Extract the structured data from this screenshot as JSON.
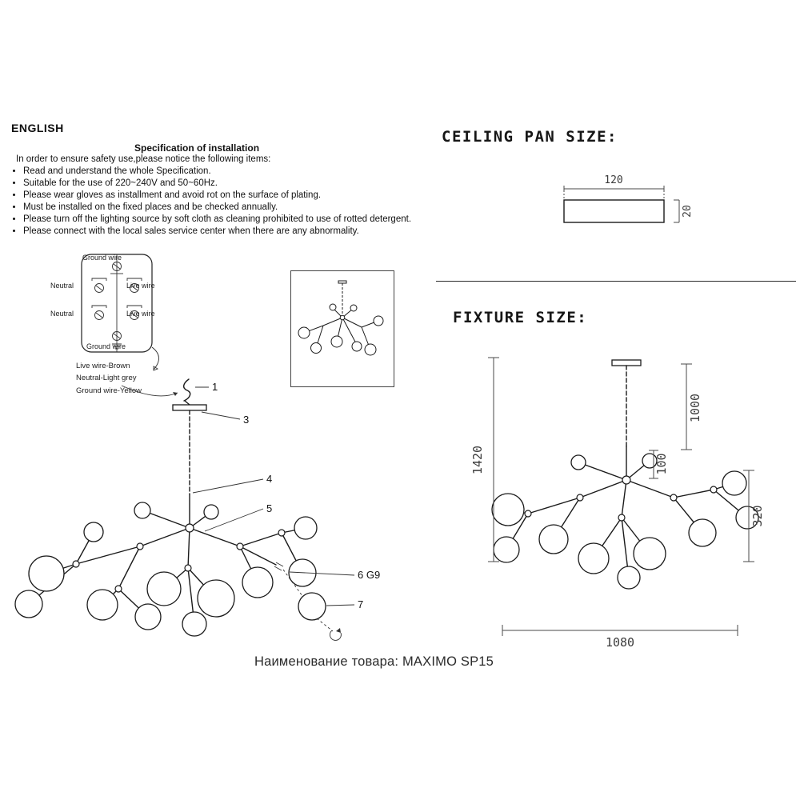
{
  "spec": {
    "language": "ENGLISH",
    "title": "Specification of installation",
    "intro": "In order to ensure safety use,please notice the following items:",
    "items": [
      "Read and understand the whole Specification.",
      "Suitable for the use of 220~240V and 50~60Hz.",
      "Please wear gloves as installment and avoid rot on the surface of plating.",
      "Must be installed on the fixed places and be checked annually.",
      "Please turn off the lighting source by soft cloth as cleaning prohibited to use of rotted detergent.",
      "Please connect with the local sales service center when there are any abnormality."
    ]
  },
  "ceiling_pan": {
    "title": "CEILING PAN SIZE:",
    "width_mm": "120",
    "height_mm": "20"
  },
  "fixture": {
    "title": "FIXTURE SIZE:",
    "overall_height_mm": "1420",
    "chain_length_mm": "1000",
    "stem_mm": "100",
    "body_height_mm": "320",
    "width_mm": "1080"
  },
  "wiring": {
    "ground_top": "Ground wire",
    "neutral_upper": "Neutral",
    "live_upper": "Live wire",
    "neutral_lower": "Neutral",
    "live_lower": "Live wire",
    "ground_bottom": "Ground wire",
    "legend": [
      "Live wire-Brown",
      "Neutral-Light grey",
      "Ground wire-Yellow"
    ]
  },
  "callouts": {
    "part1": "1",
    "part3": "3",
    "part4": "4",
    "part5": "5",
    "part6": "6 G9",
    "part7": "7"
  },
  "product": {
    "label": "Наименование товара: MAXIMO SP15"
  }
}
